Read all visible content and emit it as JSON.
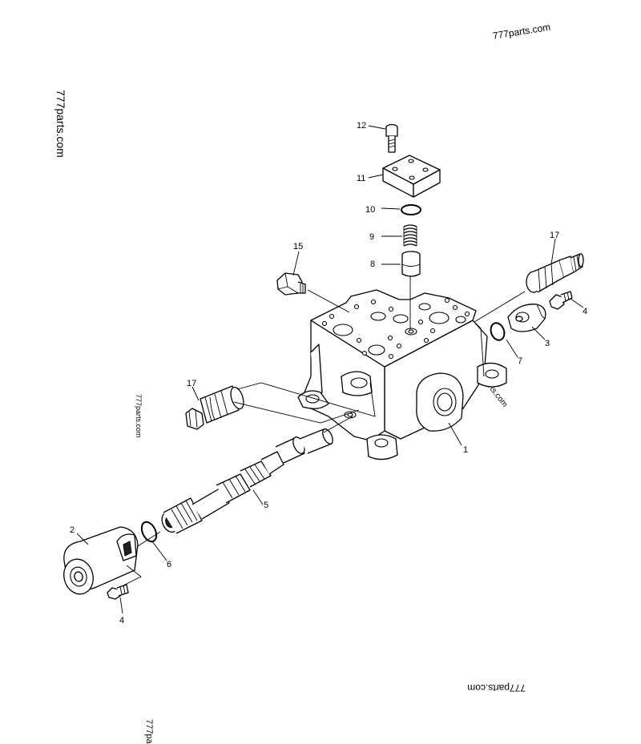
{
  "watermarks": [
    {
      "id": "wm-top-right",
      "text": "777parts.com"
    },
    {
      "id": "wm-left-vertical",
      "text": "777parts.com"
    },
    {
      "id": "wm-mid-left",
      "text": "777parts.com"
    },
    {
      "id": "wm-body",
      "text": "777parts.com"
    },
    {
      "id": "wm-bottom-right",
      "text": "777parts.com"
    },
    {
      "id": "wm-bottom-left",
      "text": "777pa"
    }
  ],
  "callouts": {
    "p1": "1",
    "p2": "2",
    "p3": "3",
    "p4a": "4",
    "p4b": "4",
    "p5": "5",
    "p6": "6",
    "p7": "7",
    "p8": "8",
    "p9": "9",
    "p10": "10",
    "p11": "11",
    "p12": "12",
    "p15": "15",
    "p17a": "17",
    "p17b": "17"
  },
  "colors": {
    "line": "#000000",
    "background": "#ffffff"
  }
}
